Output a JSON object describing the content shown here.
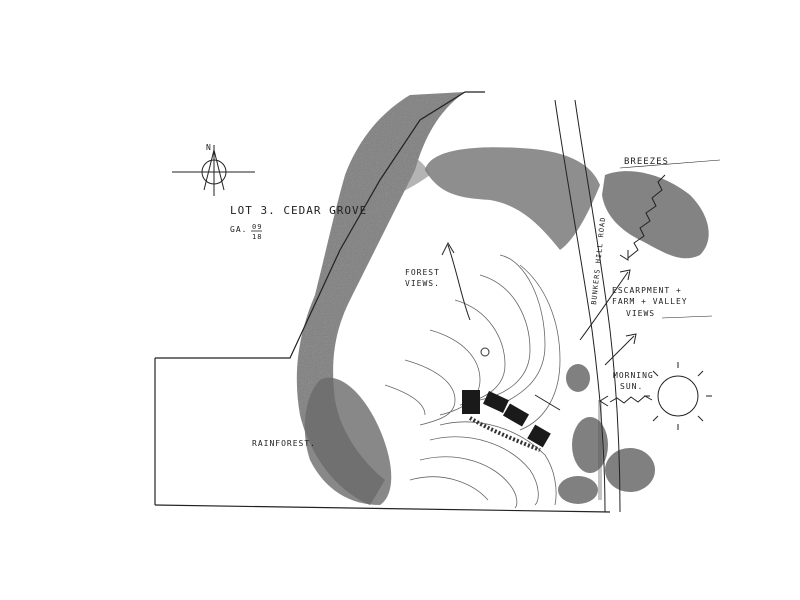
{
  "title": "LOT 3. CEDAR GROVE",
  "date_prefix": "GA.",
  "date_num": "09",
  "date_den": "18",
  "compass": {
    "north": "N",
    "icon": "compass-rose-icon"
  },
  "labels": {
    "breezes": "BREEZES",
    "road": "BUNKERS HILL ROAD",
    "forest_views_1": "FOREST",
    "forest_views_2": "VIEWS.",
    "escarpment_1": "ESCARPMENT +",
    "escarpment_2": "FARM + VALLEY",
    "escarpment_3": "VIEWS",
    "morning_1": "MORNING",
    "morning_2": "SUN.",
    "rainforest": "RAINFOREST."
  },
  "colors": {
    "ink": "#222222",
    "paper": "#ffffff",
    "foliage": "#6a6a6a"
  }
}
